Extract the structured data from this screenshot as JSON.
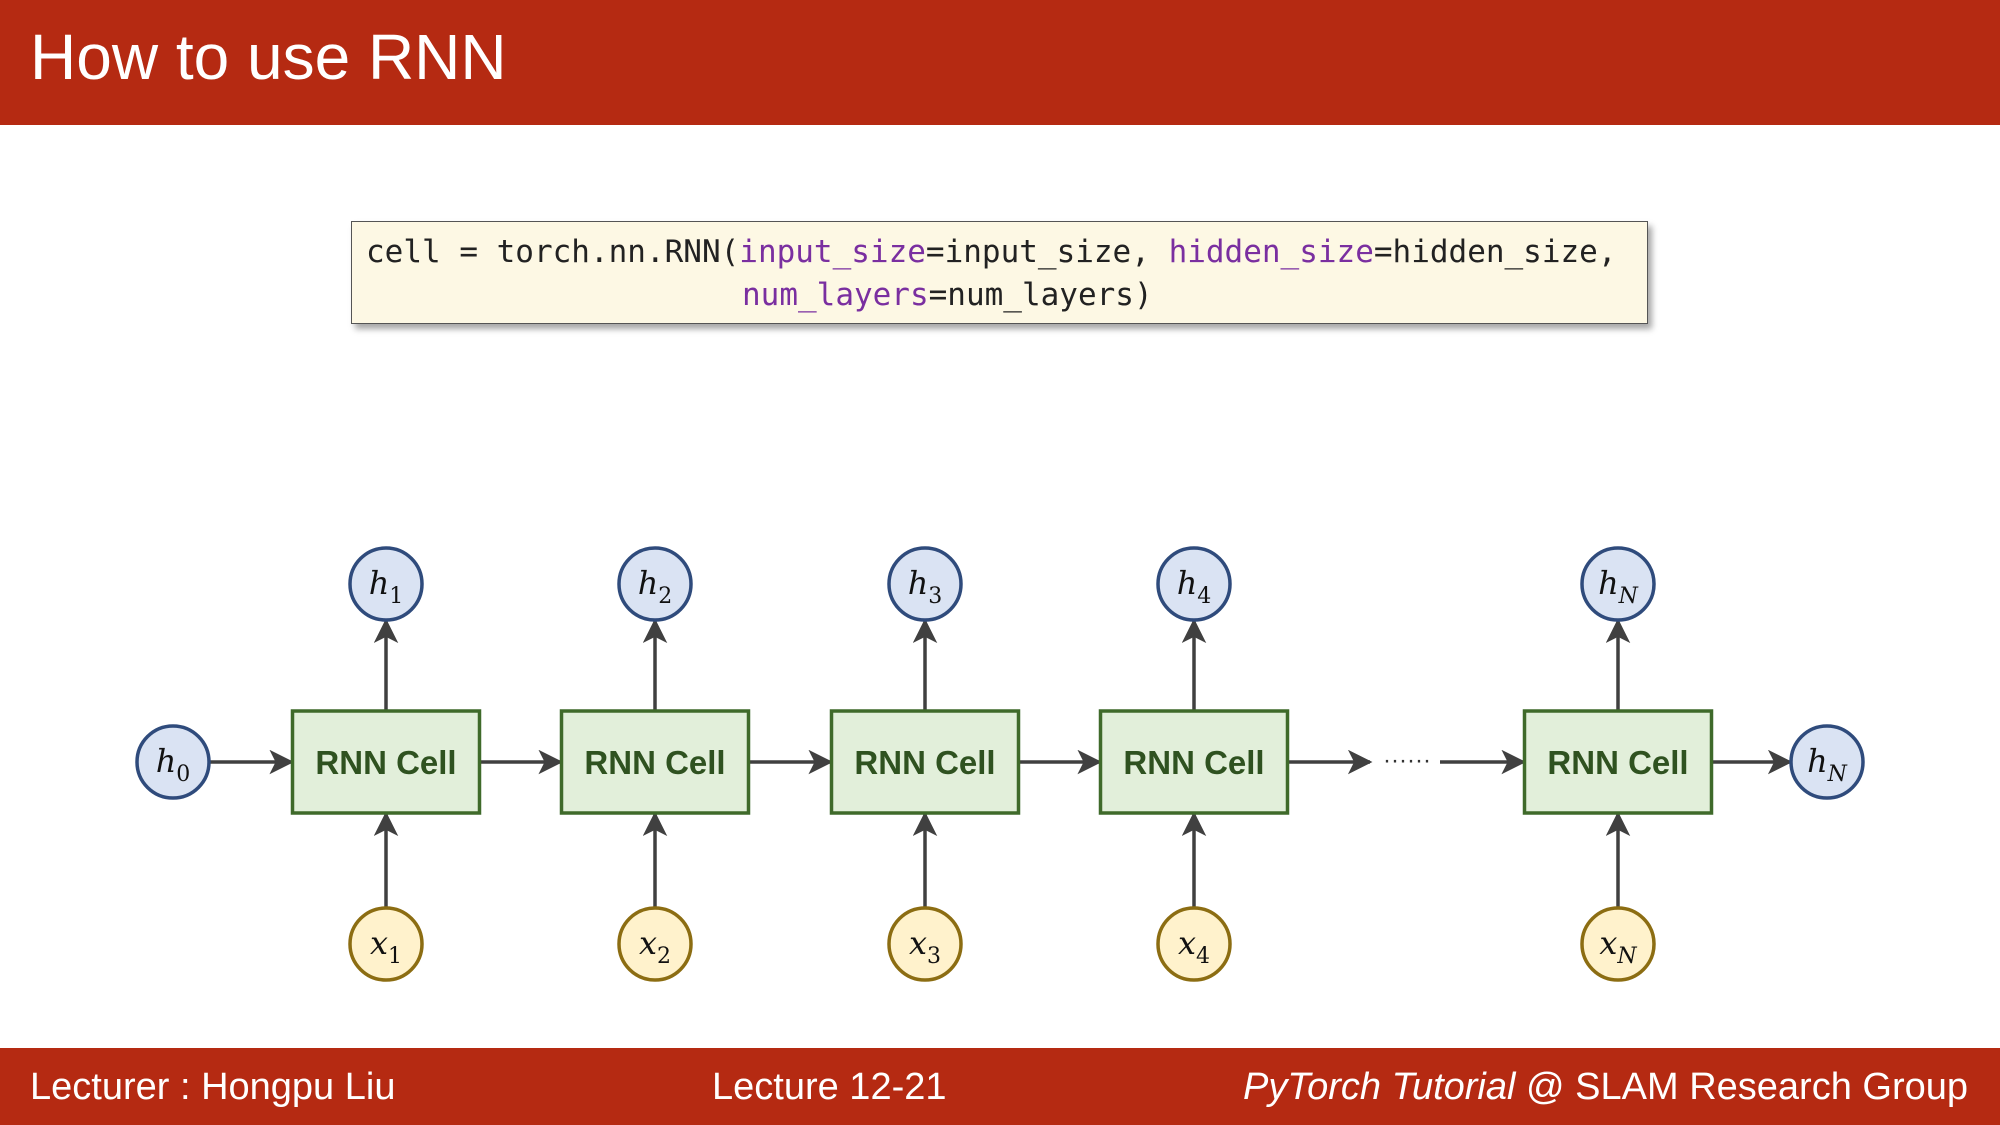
{
  "header": {
    "title": "How to use RNN"
  },
  "code": {
    "line1_prefix": "cell = torch.nn.RNN(",
    "line1_kw1": "input_size",
    "line1_mid": "=input_size, ",
    "line1_kw2": "hidden_size",
    "line1_suffix": "=hidden_size,",
    "line2_kw": "num_layers",
    "line2_suffix": "=num_layers)"
  },
  "diagram": {
    "h0": {
      "var": "h",
      "sub": "0"
    },
    "cell_label": "RNN Cell",
    "ellipsis": "······",
    "steps": [
      {
        "h": {
          "var": "h",
          "sub": "1"
        },
        "x": {
          "var": "x",
          "sub": "1"
        }
      },
      {
        "h": {
          "var": "h",
          "sub": "2"
        },
        "x": {
          "var": "x",
          "sub": "2"
        }
      },
      {
        "h": {
          "var": "h",
          "sub": "3"
        },
        "x": {
          "var": "x",
          "sub": "3"
        }
      },
      {
        "h": {
          "var": "h",
          "sub": "4"
        },
        "x": {
          "var": "x",
          "sub": "4"
        }
      },
      {
        "h": {
          "var": "h",
          "sub": "N"
        },
        "x": {
          "var": "x",
          "sub": "N"
        }
      }
    ],
    "final_output": {
      "var": "h",
      "sub": "N"
    },
    "colors": {
      "h_fill": "#dae3f3",
      "h_stroke": "#2f4b7c",
      "x_fill": "#fff2cc",
      "x_stroke": "#8c6d12",
      "cell_fill": "#e2efda",
      "cell_stroke": "#3f6a2a",
      "cell_text": "#2f5220",
      "arrow": "#404040"
    }
  },
  "footer": {
    "lecturer": "Lecturer : Hongpu Liu",
    "lecture": "Lecture 12-21",
    "course_italic": "PyTorch Tutorial",
    "course_rest": " @ SLAM Research Group"
  }
}
